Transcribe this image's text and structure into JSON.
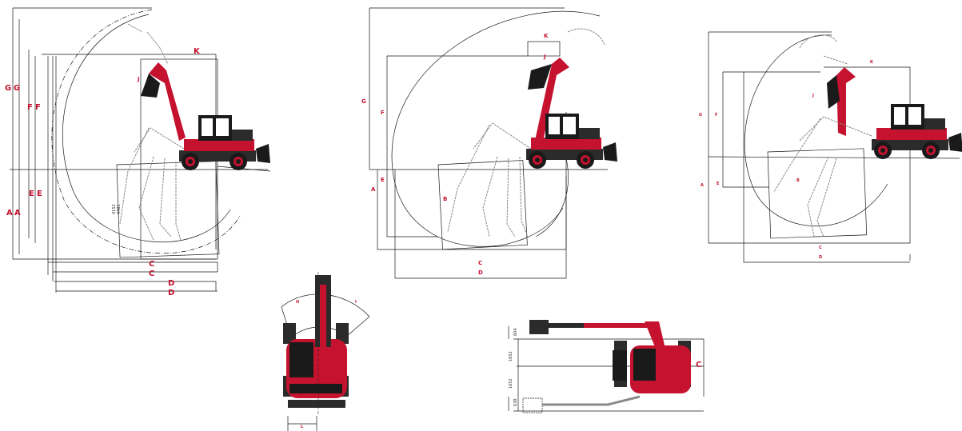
{
  "colors": {
    "accent": "#c4122f",
    "line": "#1a1a1a",
    "machine_dark": "#2b2b2b",
    "ghost": "#8a8a8a"
  },
  "views": {
    "side1": {
      "labels": {
        "a1": "A",
        "a2": "A",
        "c1": "C",
        "c2": "C",
        "d1": "D",
        "d2": "D",
        "e1": "E",
        "e2": "E",
        "f1": "F",
        "f2": "F",
        "g1": "G",
        "g2": "G",
        "j": "J",
        "k": "K"
      },
      "dims": {
        "d1": "4152",
        "d2": "4481"
      }
    },
    "side2": {
      "labels": {
        "a": "A",
        "b": "B",
        "c": "C",
        "d": "D",
        "e": "E",
        "f": "F",
        "g": "G",
        "j": "J",
        "k": "K"
      }
    },
    "side3": {
      "labels": {
        "a": "A",
        "b": "B",
        "c": "C",
        "d": "D",
        "e": "E",
        "f": "F",
        "g": "G",
        "j": "J",
        "k": "K"
      }
    },
    "top": {
      "labels": {
        "h": "H",
        "i": "I",
        "l": "L"
      }
    },
    "plan": {
      "labels": {
        "c": "C"
      },
      "dims": {
        "w1": "604",
        "w2": "1652",
        "w3": "1652",
        "w4": "638"
      }
    }
  }
}
